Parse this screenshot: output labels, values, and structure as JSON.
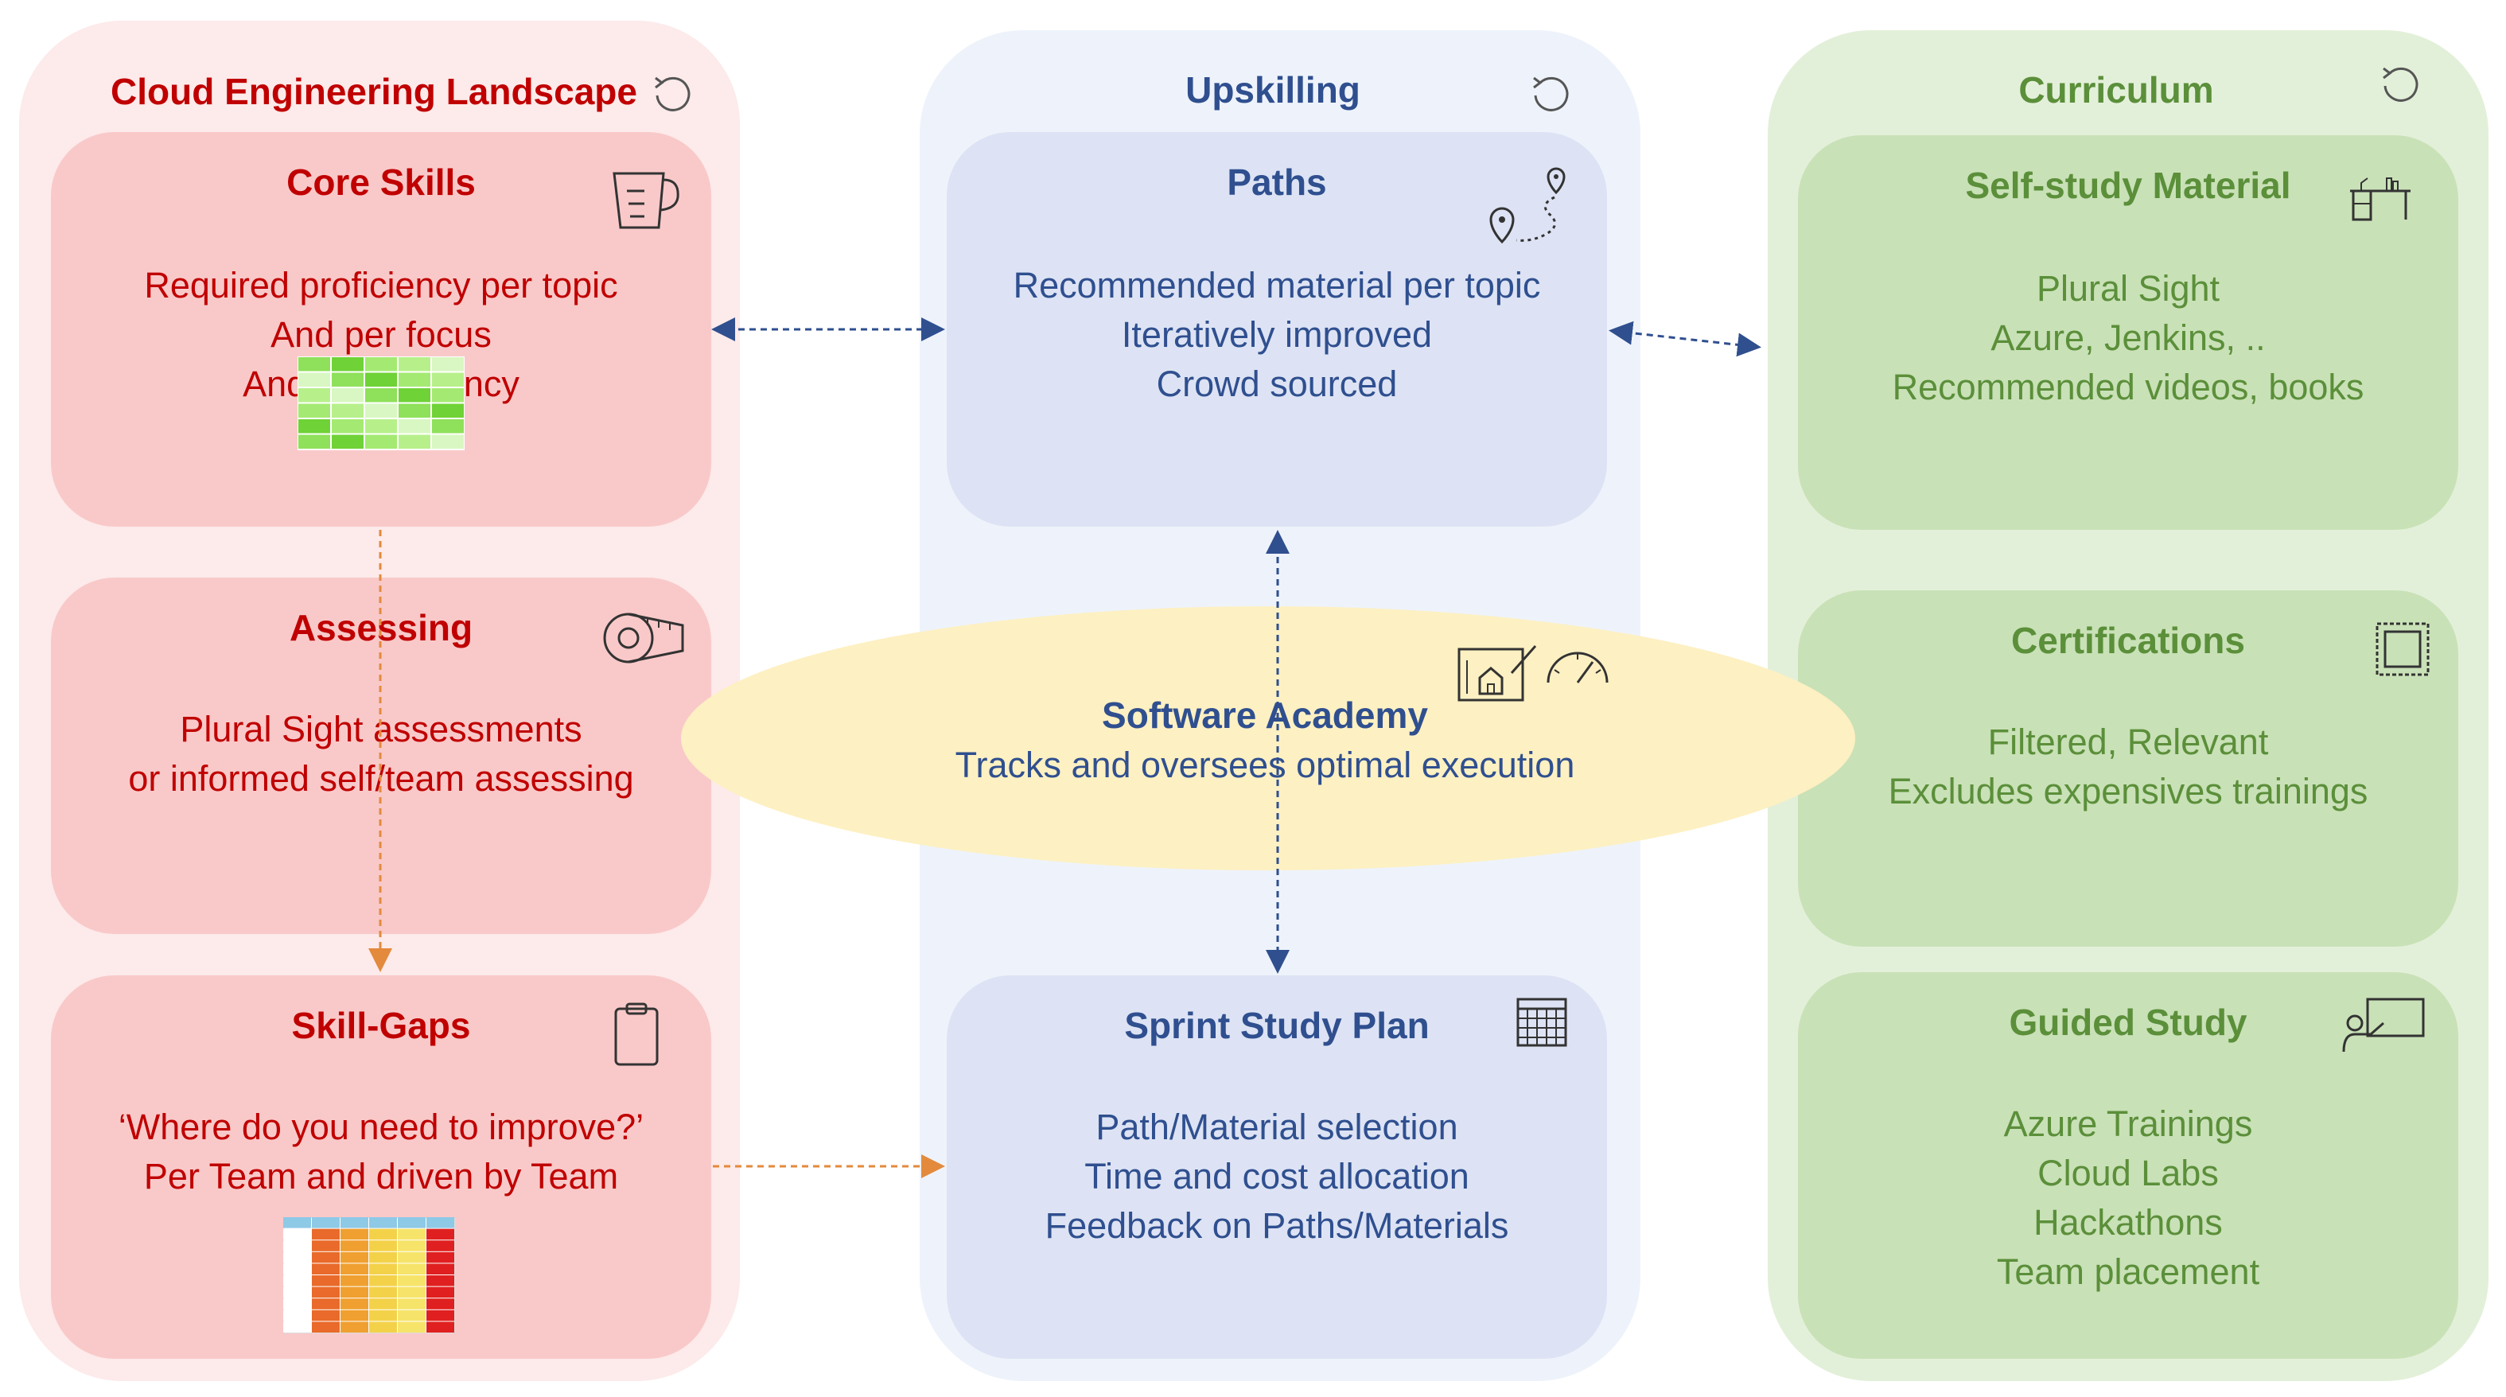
{
  "columns": {
    "landscape": {
      "title": "Cloud Engineering Landscape",
      "boxes": [
        {
          "title": "Core Skills",
          "lines": [
            "Required proficiency per topic",
            "And per focus",
            "And per seniency"
          ],
          "icon": "measuring-cup-icon"
        },
        {
          "title": "Assessing",
          "lines": [
            "Plural Sight assessments",
            "or informed self/team assessing"
          ],
          "icon": "tape-measure-icon"
        },
        {
          "title": "Skill-Gaps",
          "lines": [
            "‘Where do you need to improve?’",
            "Per Team and driven by Team"
          ],
          "icon": "clipboard-icon"
        }
      ]
    },
    "upskilling": {
      "title": "Upskilling",
      "boxes": [
        {
          "title": "Paths",
          "lines": [
            "Recommended material per topic",
            "Iteratively improved",
            "Crowd sourced"
          ],
          "icon": "route-pins-icon"
        },
        {
          "title": "Sprint Study Plan",
          "lines": [
            "Path/Material selection",
            "Time and cost allocation",
            "Feedback on Paths/Materials"
          ],
          "icon": "calendar-icon"
        }
      ]
    },
    "curriculum": {
      "title": "Curriculum",
      "boxes": [
        {
          "title": "Self-study Material",
          "lines": [
            "Plural Sight",
            "Azure, Jenkins, ..",
            "Recommended videos, books"
          ],
          "icon": "desk-icon"
        },
        {
          "title": "Certifications",
          "lines": [
            "Filtered, Relevant",
            "Excludes expensives trainings"
          ],
          "icon": "stamp-icon"
        },
        {
          "title": "Guided Study",
          "lines": [
            "Azure Trainings",
            "Cloud Labs",
            "Hackathons",
            "Team placement"
          ],
          "icon": "teacher-board-icon"
        }
      ]
    }
  },
  "academy": {
    "title": "Software Academy",
    "subtitle": "Tracks and oversees optimal execution"
  },
  "colors": {
    "red_bg": "#fdeaea",
    "red_box": "#f9c9c9",
    "red_text": "#c00000",
    "blue_bg": "#eef3fb",
    "blue_box": "#dde3f4",
    "blue_text": "#2f4f8f",
    "green_bg": "#e3f0d9",
    "green_box": "#c9e1b7",
    "green_text": "#5b8f3a",
    "ellipse": "#fdf0c2",
    "arrow_blue": "#2f4f8f",
    "arrow_orange": "#e38a3c"
  }
}
